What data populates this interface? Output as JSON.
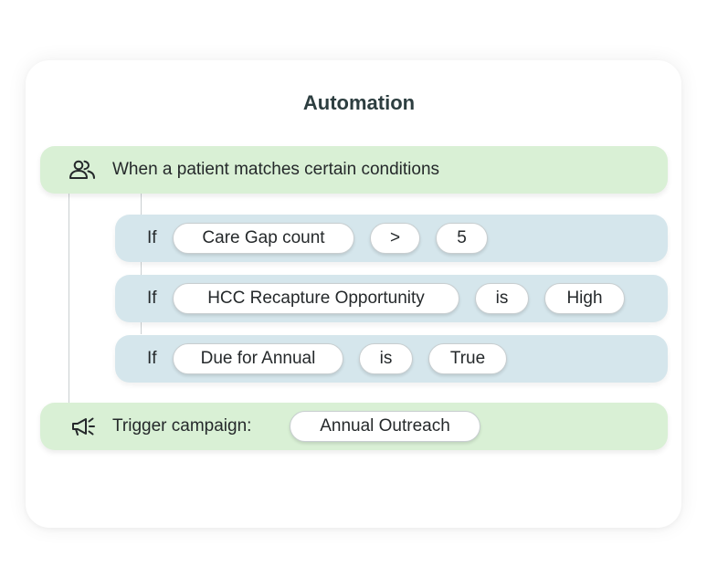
{
  "title": "Automation",
  "trigger": {
    "label": "When a patient matches certain conditions",
    "icon": "users-icon"
  },
  "conditions": [
    {
      "keyword": "If",
      "field": "Care Gap count",
      "operator": ">",
      "value": "5"
    },
    {
      "keyword": "If",
      "field": "HCC Recapture Opportunity",
      "operator": "is",
      "value": "High"
    },
    {
      "keyword": "If",
      "field": "Due for Annual",
      "operator": "is",
      "value": "True"
    }
  ],
  "action": {
    "label": "Trigger campaign:",
    "campaign": "Annual Outreach",
    "icon": "megaphone-icon"
  },
  "colors": {
    "trigger_bg": "#d9f0d5",
    "condition_bg": "#d5e6ec",
    "title": "#2d3e40",
    "text": "#25292b"
  }
}
